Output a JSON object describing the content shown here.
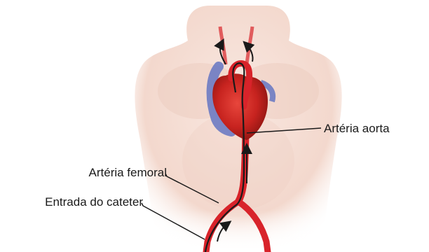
{
  "labels": {
    "aorta": "Artéria aorta",
    "femoral": "Artéria femoral",
    "catheter_entry": "Entrada do cateter"
  },
  "colors": {
    "skin": "#f5dcd2",
    "skin_shadow": "#e8c3b6",
    "artery": "#d8232a",
    "artery_dark": "#a5141b",
    "vein": "#5b6fc2",
    "catheter": "#1a1a1a",
    "leader_line": "#1a1a1a"
  },
  "icons": [
    "flow-arrow-icon"
  ]
}
